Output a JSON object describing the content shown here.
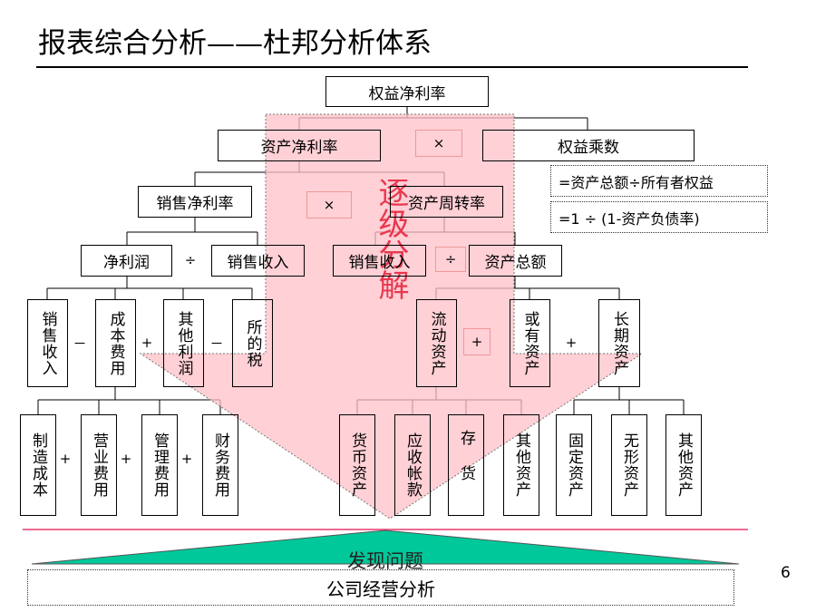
{
  "title": "报表综合分析——杜邦分析体系",
  "page_number": "6",
  "arrow_text": "逐级分解",
  "ops": {
    "times": "×",
    "divide": "÷",
    "minus": "－",
    "plus": "+"
  },
  "level0": "权益净利率",
  "level1": {
    "left": "资产净利率",
    "right": "权益乘数"
  },
  "formulas": [
    "=资产总额÷所有者权益",
    "=1 ÷ (1-资产负债率)"
  ],
  "level2": {
    "left": "销售净利率",
    "right": "资产周转率"
  },
  "level3": {
    "a": "净利润",
    "b": "销售收入",
    "c": "销售收入",
    "d": "资产总额"
  },
  "level4_left": [
    "销售收入",
    "成本费用",
    "其他利润",
    "所的税"
  ],
  "level4_right": [
    "流动资产",
    "或有资产",
    "长期资产"
  ],
  "level5_left": [
    "制造成本",
    "营业费用",
    "管理费用",
    "财务费用"
  ],
  "level5_right": [
    "货币资产",
    "应收帐款",
    "存货",
    "其他资产",
    "固定资产",
    "无形资产",
    "其他资产"
  ],
  "bottom": {
    "triangle_text": "发现问题",
    "box_text": "公司经营分析"
  },
  "colors": {
    "arrow_fill": "#ffc0c8",
    "arrow_text": "#e8384f",
    "triangle_fill": "#00c89a",
    "divider": "#e8386f"
  }
}
